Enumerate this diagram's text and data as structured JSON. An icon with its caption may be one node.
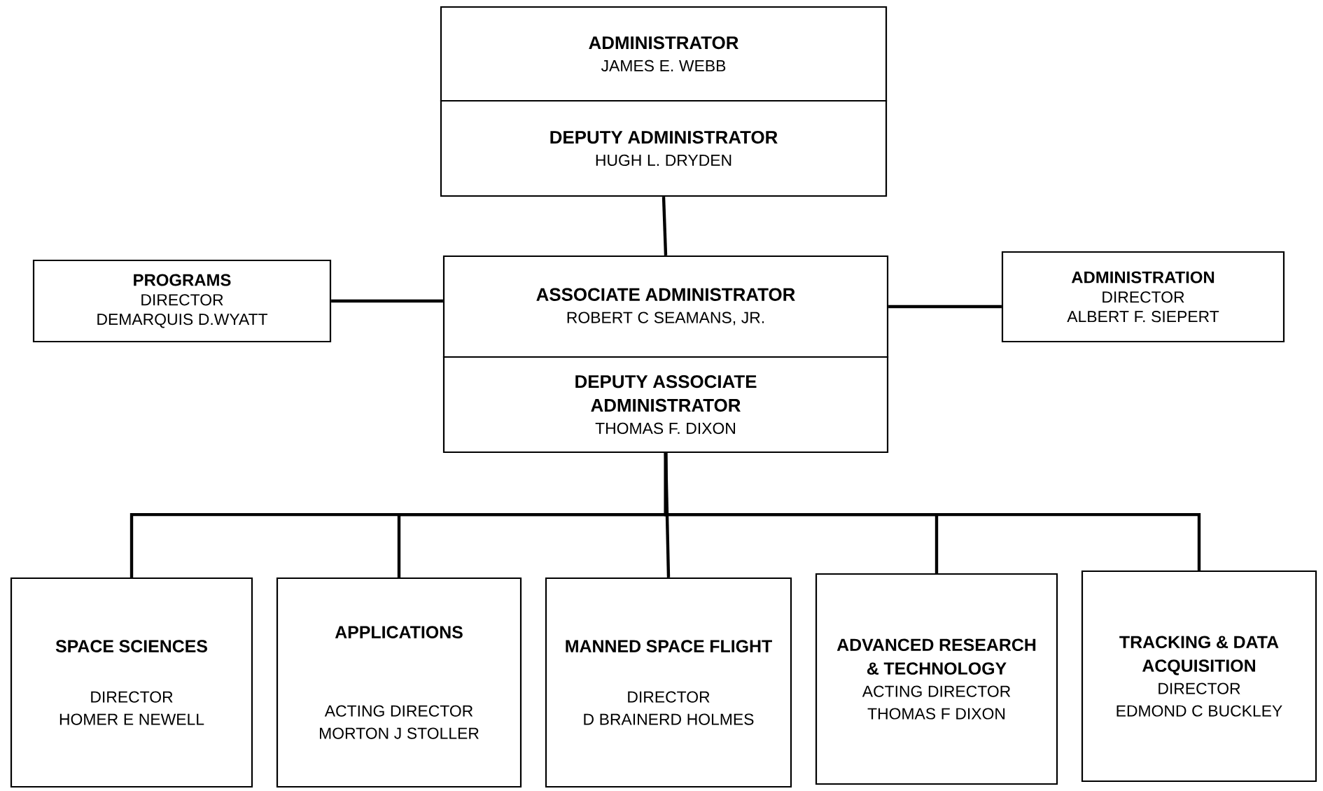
{
  "diagram": {
    "nodes": [
      {
        "text": [
          "ADMINISTRATOR",
          "JAMES E. WEBB"
        ]
      },
      {
        "text": [
          "DEPUTY ADMINISTRATOR",
          "HUGH L. DRYDEN"
        ]
      },
      {
        "text": [
          "PROGRAMS",
          "DIRECTOR",
          "DEMARQUIS D.WYATT"
        ]
      },
      {
        "text": [
          "ASSOCIATE ADMINISTRATOR",
          "ROBERT C SEAMANS, JR."
        ]
      },
      {
        "text": [
          "DEPUTY ASSOCIATE ADMINISTRATOR",
          "THOMAS F. DIXON"
        ]
      },
      {
        "text": [
          "ADMINISTRATION",
          "DIRECTOR",
          "ALBERT F. SIEPERT"
        ]
      },
      {
        "text": [
          "SPACE SCIENCES",
          "DIRECTOR",
          "HOMER E NEWELL"
        ]
      },
      {
        "text": [
          "APPLICATIONS",
          "ACTING DIRECTOR",
          "MORTON J STOLLER"
        ]
      },
      {
        "text": [
          "MANNED SPACE FLIGHT",
          "DIRECTOR",
          "D BRAINERD HOLMES"
        ]
      },
      {
        "text": [
          "ADVANCED RESEARCH & TECHNOLOGY",
          "ACTING DIRECTOR",
          "THOMAS F DIXON"
        ]
      },
      {
        "text": [
          "TRACKING & DATA ACQUISITION",
          "DIRECTOR",
          "EDMOND C BUCKLEY"
        ]
      }
    ],
    "edges": [
      {
        "from": 1,
        "to": 3,
        "arrow": "none"
      },
      {
        "from": 2,
        "to": 3,
        "arrow": "none"
      },
      {
        "from": 3,
        "to": 5,
        "arrow": "none"
      },
      {
        "from": 4,
        "to": 6,
        "arrow": "none"
      },
      {
        "from": 4,
        "to": 7,
        "arrow": "none"
      },
      {
        "from": 4,
        "to": 8,
        "arrow": "none"
      },
      {
        "from": 4,
        "to": 9,
        "arrow": "none"
      },
      {
        "from": 4,
        "to": 10,
        "arrow": "none"
      }
    ]
  }
}
